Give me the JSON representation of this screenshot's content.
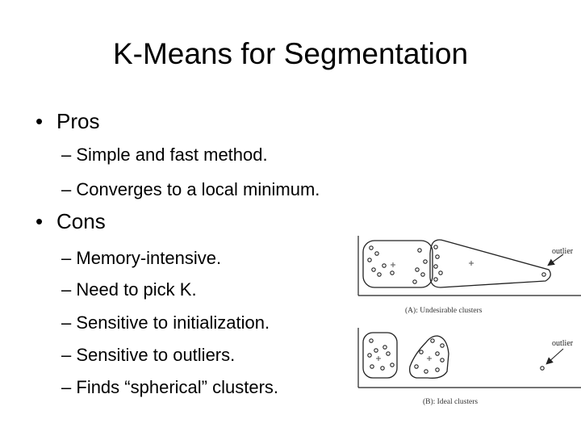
{
  "slide": {
    "title": "K-Means for Segmentation",
    "pros": {
      "label": "Pros",
      "items": [
        "Simple and fast method.",
        "Converges to a local minimum."
      ]
    },
    "cons": {
      "label": "Cons",
      "items": [
        "Memory-intensive.",
        "Need to pick K.",
        "Sensitive to initialization.",
        "Sensitive to outliers.",
        "Finds “spherical” clusters."
      ]
    },
    "bullet_char": "•",
    "dash_char": "–"
  },
  "figure": {
    "panel_a": {
      "caption": "(A): Undesirable clusters",
      "outlier_label": "outlier"
    },
    "panel_b": {
      "caption": "(B): Ideal clusters",
      "outlier_label": "outlier"
    }
  }
}
